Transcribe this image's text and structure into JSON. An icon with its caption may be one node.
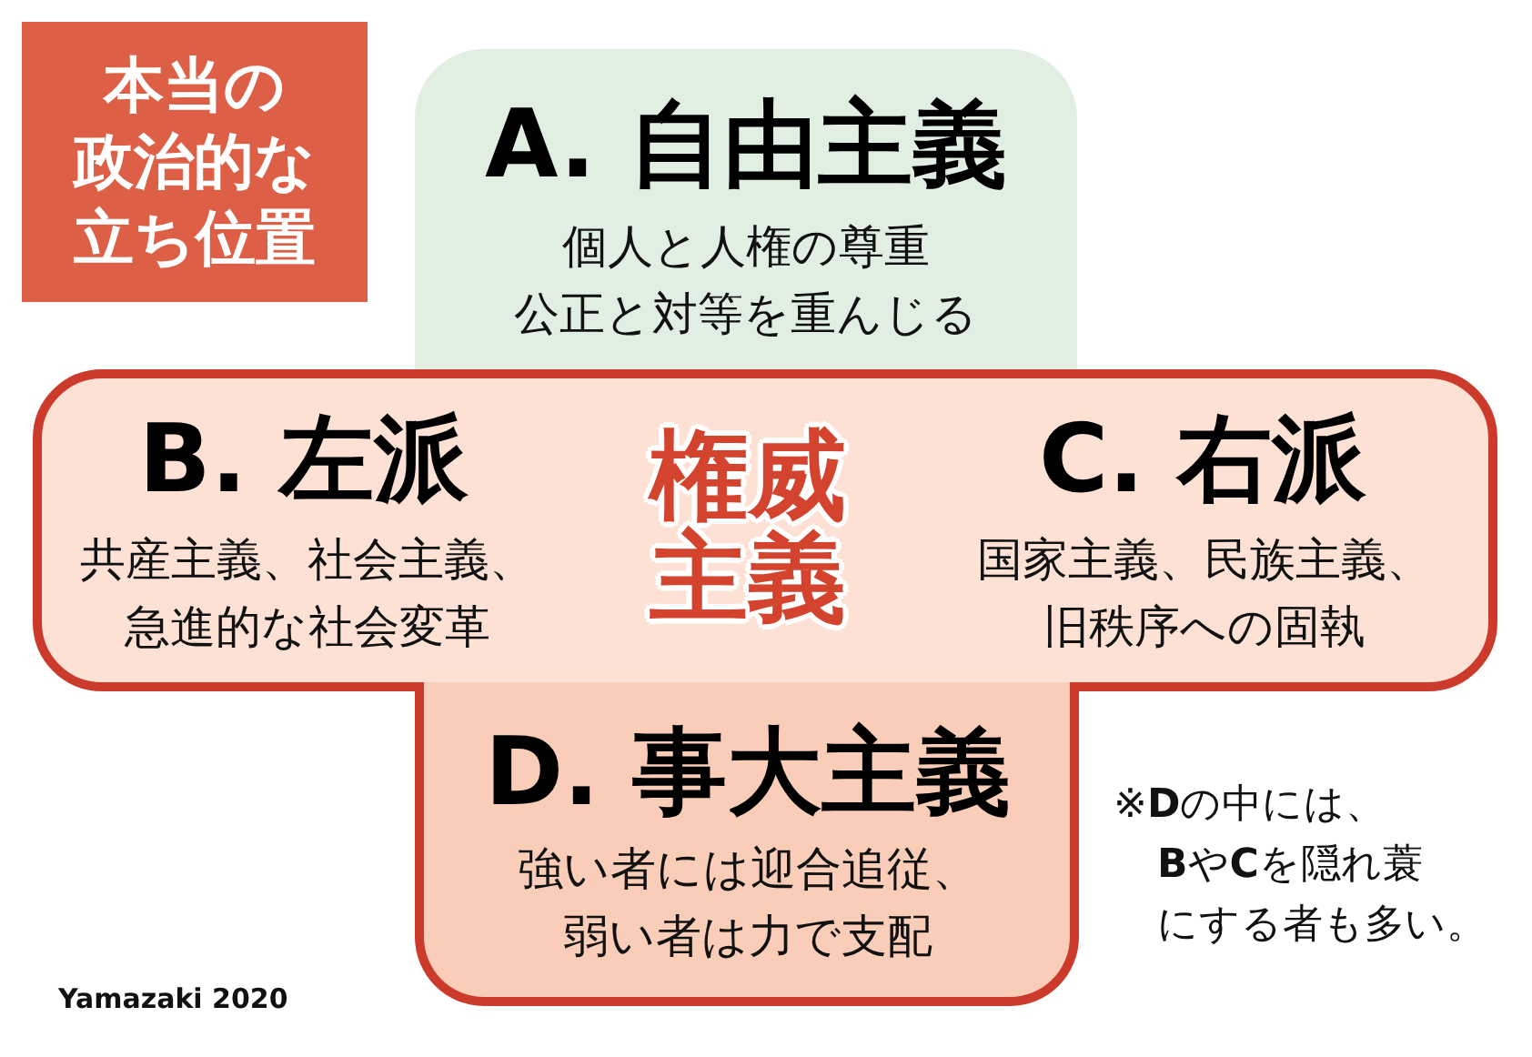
{
  "diagram": {
    "title": "本当の政治的な立ち位置",
    "nodes": [
      {
        "text": [
          "A. 自由主義",
          "個人と人権の尊重公正と対等を重んじる"
        ]
      },
      {
        "text": [
          "B. 左派",
          "共産主義、社会主義、急進的な社会変革",
          "権威主義",
          "C. 右派",
          "国家主義、民族主義、旧秩序への固執"
        ]
      },
      {
        "text": [
          "D. 事大主義",
          "強い者には迎合追従、弱い者は力で支配"
        ]
      }
    ],
    "labels": [
      "※**D**の中には、**B**や**C**を隠れ蓑にする者も多い。",
      "Yamazaki 2020"
    ]
  }
}
